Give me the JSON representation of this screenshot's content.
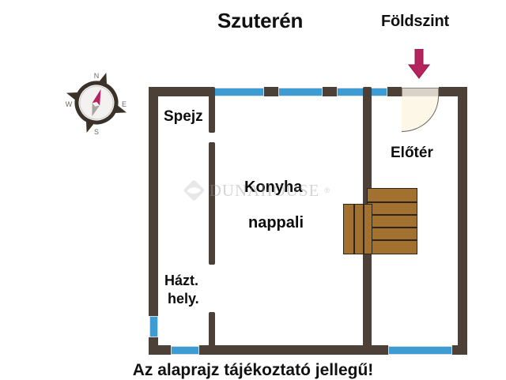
{
  "page": {
    "headings": {
      "basement": "Szuterén",
      "ground_floor": "Földszint"
    },
    "footer_note": "Az alaprajz tájékoztató jellegű!"
  },
  "compass": {
    "name": "compass-rose",
    "north": "N",
    "east": "E",
    "south": "S",
    "west": "W",
    "needle_north_color": "#b5245e",
    "needle_south_color": "#9a9a9a",
    "ring_color": "#3a3129"
  },
  "watermark": {
    "text": "DUNAHOUSE",
    "registered_mark": "®",
    "color": "#9a9a9a"
  },
  "floorplan": {
    "colors": {
      "wall": "#4d4037",
      "window": "#3d9cd4",
      "window_frame": "#d9dcdc",
      "stair_wood": "#a3712f",
      "stair_outline": "#2e2418",
      "door_panel": "#d8d2c8",
      "door_swing": "#fdf7e8",
      "arrow": "#b5245e",
      "floor": "#ffffff"
    },
    "rooms": [
      {
        "key": "spejz",
        "label": "Spejz"
      },
      {
        "key": "konyha",
        "label": "Konyha"
      },
      {
        "key": "nappali",
        "label": "nappali"
      },
      {
        "key": "hazt",
        "label": "Házt."
      },
      {
        "key": "hely",
        "label": "hely."
      },
      {
        "key": "elotér",
        "label": "Előtér"
      }
    ],
    "features": {
      "entrance_arrow": "entrance-direction-arrow",
      "entrance_door": "entrance-door",
      "staircase": "staircase"
    }
  }
}
